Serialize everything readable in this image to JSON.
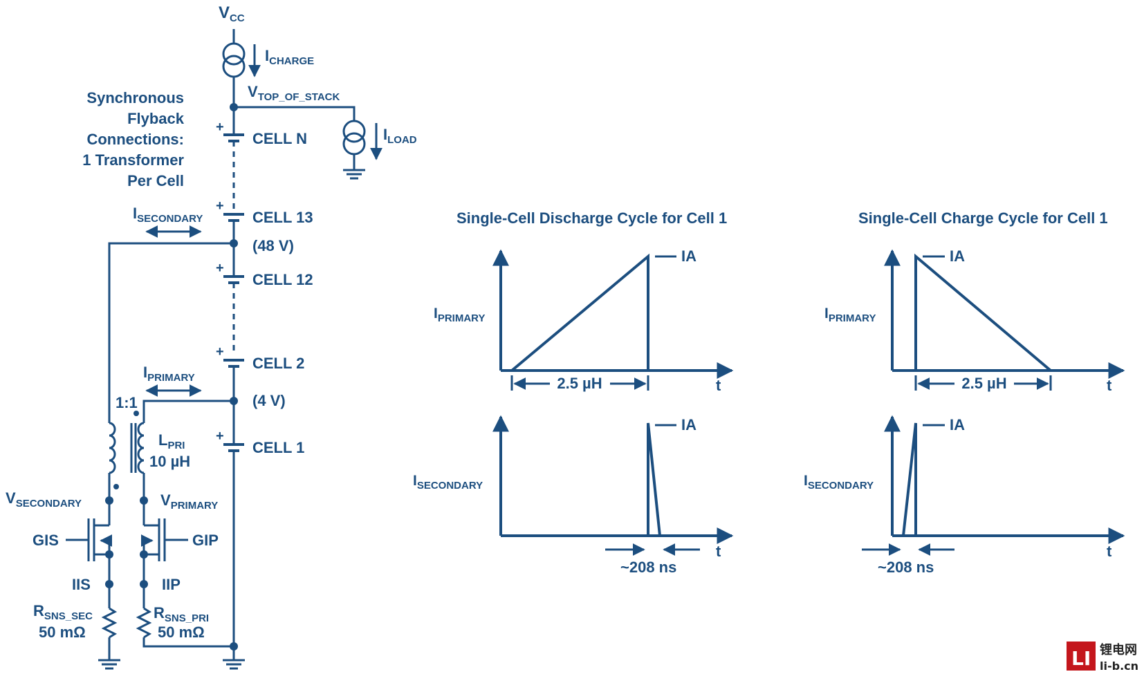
{
  "schematic": {
    "vcc_main": "V",
    "vcc_sub": "CC",
    "icharge_main": "I",
    "icharge_sub": "CHARGE",
    "vtop_main": "V",
    "vtop_sub": "TOP_OF_STACK",
    "iload_main": "I",
    "iload_sub": "LOAD",
    "title_lines": [
      "Synchronous",
      "Flyback",
      "Connections:",
      "1 Transformer",
      "Per Cell"
    ],
    "cell_n": "CELL N",
    "cell_13": "CELL 13",
    "v48": "(48 V)",
    "cell_12": "CELL 12",
    "cell_2": "CELL 2",
    "v4": "(4 V)",
    "cell_1": "CELL 1",
    "plus": "+",
    "isecondary_main": "I",
    "isecondary_sub": "SECONDARY",
    "iprimary_main": "I",
    "iprimary_sub": "PRIMARY",
    "ratio": "1:1",
    "lpri_main": "L",
    "lpri_sub": "PRI",
    "lpri_value": "10 µH",
    "vsecondary_main": "V",
    "vsecondary_sub": "SECONDARY",
    "vprimary_main": "V",
    "vprimary_sub": "PRIMARY",
    "gis": "GIS",
    "gip": "GIP",
    "iis": "IIS",
    "iip": "IIP",
    "rsec_main": "R",
    "rsec_sub": "SNS_SEC",
    "rsec_value": "50 mΩ",
    "rpri_main": "R",
    "rpri_sub": "SNS_PRI",
    "rpri_value": "50 mΩ"
  },
  "charts": [
    {
      "title": "Single-Cell Discharge Cycle for Cell 1",
      "top_y_main": "I",
      "top_y_sub": "PRIMARY",
      "peak_label": "IA",
      "interval_label": "2.5 µH",
      "x_label": "t",
      "bottom_y_main": "I",
      "bottom_y_sub": "SECONDARY",
      "bottom_peak_label": "IA",
      "bottom_x_label": "t",
      "pulse_label": "~208 ns"
    },
    {
      "title": "Single-Cell Charge Cycle for Cell 1",
      "top_y_main": "I",
      "top_y_sub": "PRIMARY",
      "peak_label": "IA",
      "interval_label": "2.5 µH",
      "x_label": "t",
      "bottom_y_main": "I",
      "bottom_y_sub": "SECONDARY",
      "bottom_peak_label": "IA",
      "bottom_x_label": "t",
      "pulse_label": "~208 ns"
    }
  ],
  "logo": {
    "mark": "LI",
    "chinese": "锂电网",
    "domain": "li-b.cn"
  },
  "colors": {
    "ink": "#1c4e7f",
    "logo_red": "#c4161c"
  }
}
